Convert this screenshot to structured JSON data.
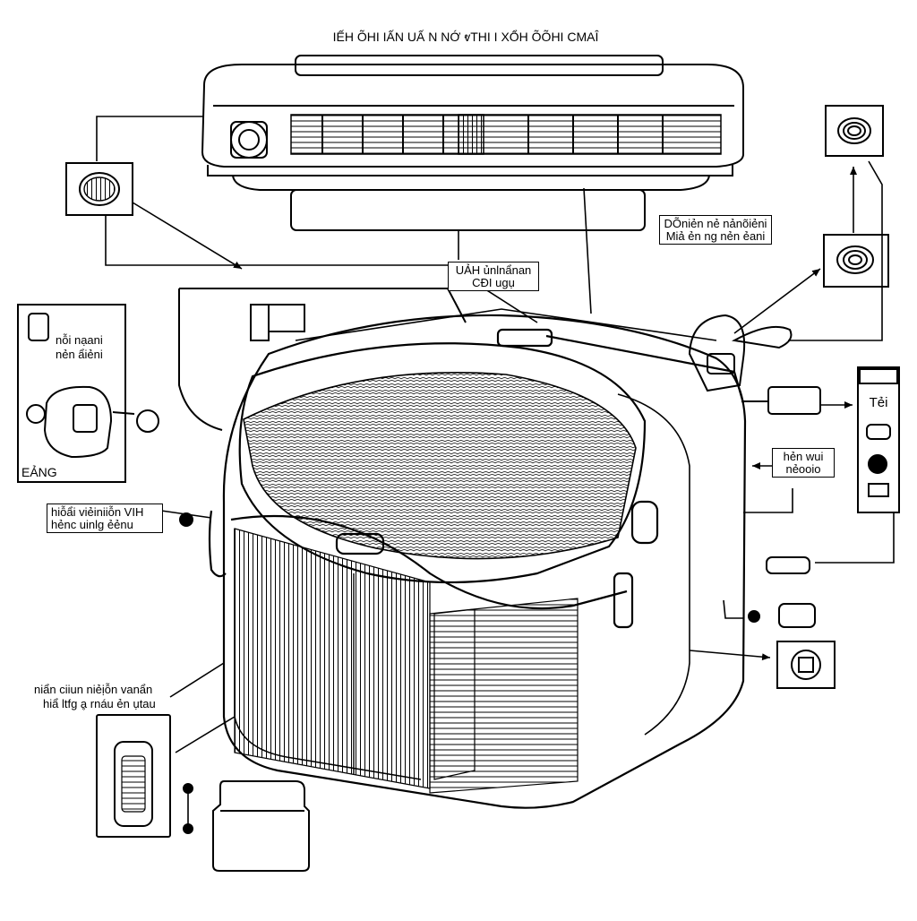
{
  "diagram": {
    "title": "IẾH ÕHI IẤN UẤ N NỚ ⱴTHI I XỔH ÕÕHI CMAÎ",
    "labels": {
      "top_right_1": "DÕniẻn nẻ nảnõiẻni",
      "top_right_2": "Miả ẻn ng nẻn ẻani",
      "center_1": "UẢH ủnlnẩnan",
      "center_2": "CĐI ugụ",
      "left_1": "nỗi nạani",
      "left_2": "nẻn ẩiẻni",
      "left_bottom": "EẢNG",
      "mid_left_1": "hiỗẩi viẻiniiỗn VIH",
      "mid_left_2": "hẻnc uinlg ẻẻnu",
      "low_left_1": "niẩn ciiun niẻịỗn vanẩn",
      "low_left_2": "hiẩ ltfg ḁ rnáu ẻn ụtau",
      "right_1": "hẻn wui",
      "right_2": "nẻooio",
      "panel_header": "Tẻi"
    },
    "colors": {
      "ink": "#000000",
      "paper": "#ffffff"
    }
  }
}
